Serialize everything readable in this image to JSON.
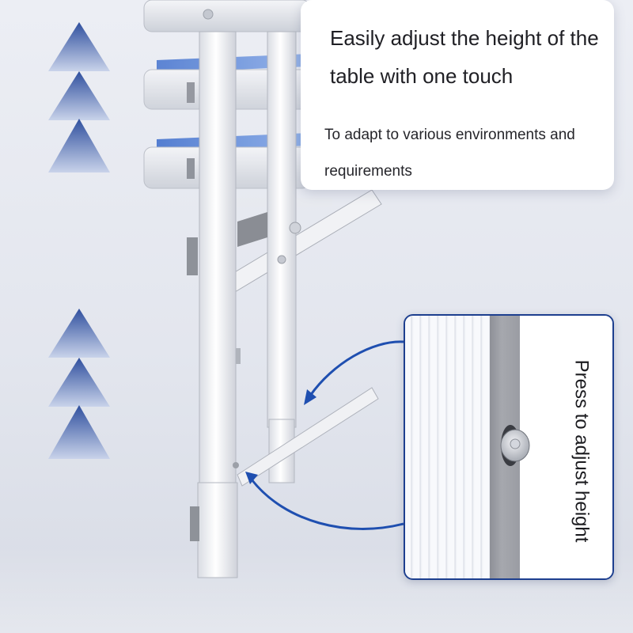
{
  "headline_card": {
    "title": "Easily adjust the height of the table with one touch",
    "subtitle": "To adapt to various environments and requirements"
  },
  "inset": {
    "label": "Press to adjust height"
  },
  "icons": {
    "upper_arrows": "triple-up-arrow-icon",
    "lower_arrows": "triple-up-arrow-icon",
    "button": "push-button-icon"
  },
  "colors": {
    "accent": "#1f4fb0",
    "arrow": "#3d5aa3",
    "background": "#e7e9ef",
    "card": "#ffffff"
  }
}
